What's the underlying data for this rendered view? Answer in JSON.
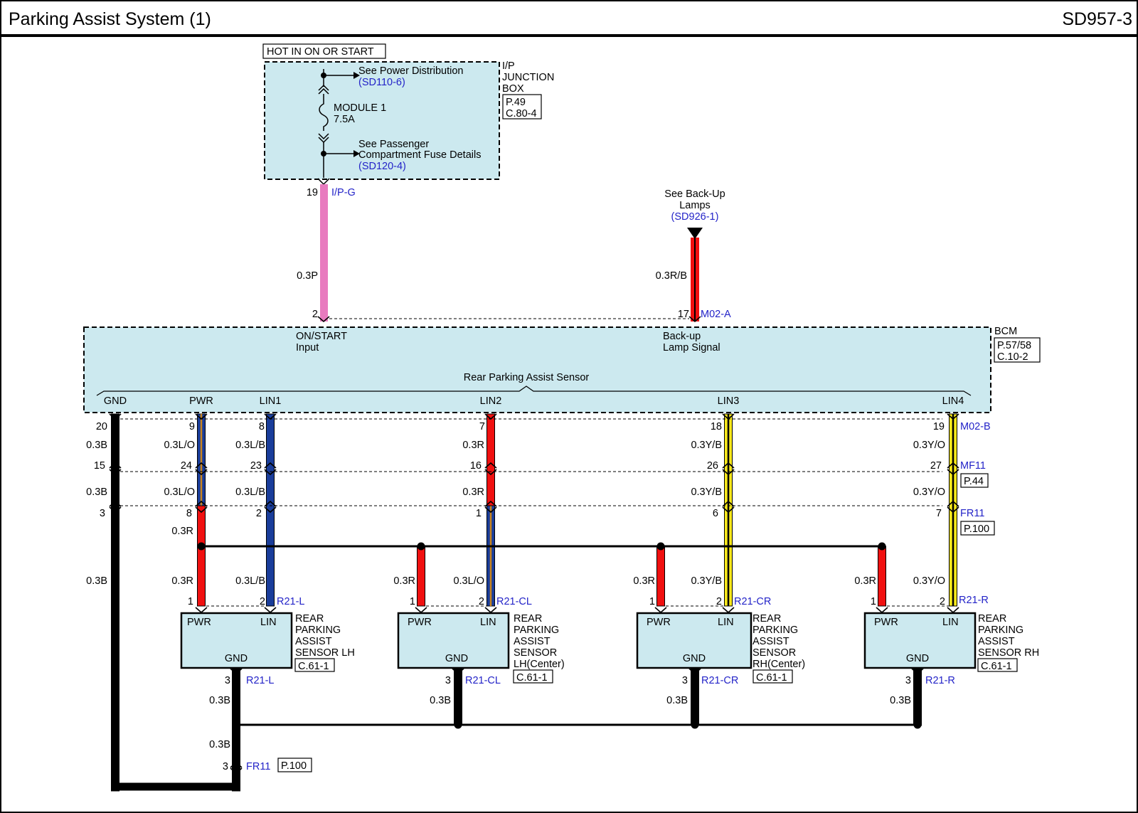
{
  "header": {
    "title": "Parking Assist System (1)",
    "page_code": "SD957-3"
  },
  "junction_box": {
    "power_label": "HOT IN ON OR START",
    "name_lines": [
      "I/P",
      "JUNCTION",
      "BOX"
    ],
    "page_ref": "P.49",
    "conn_ref": "C.80-4",
    "see_power_label": "See Power Distribution",
    "see_power_ref": "(SD110-6)",
    "fuse_name": "MODULE 1",
    "fuse_rating": "7.5A",
    "see_pass_line1": "See Passenger",
    "see_pass_line2": "Compartment Fuse Details",
    "see_pass_ref": "(SD120-4)",
    "out_pin": "19",
    "out_conn": "I/P-G"
  },
  "backup": {
    "line1": "See Back-Up",
    "line2": "Lamps",
    "ref": "(SD926-1)",
    "wire": "0.3R/B",
    "pin": "17",
    "conn": "M02-A"
  },
  "pink_wire": {
    "label": "0.3P",
    "pin": "2"
  },
  "bcm": {
    "name": "BCM",
    "page_ref": "P.57/58",
    "conn_ref": "C.10-2",
    "on_start_line1": "ON/START",
    "on_start_line2": "Input",
    "backup_line1": "Back-up",
    "backup_line2": "Lamp Signal",
    "rpas_label": "Rear Parking Assist Sensor",
    "pins": [
      "GND",
      "PWR",
      "LIN1",
      "LIN2",
      "LIN3",
      "LIN4"
    ]
  },
  "connectors": {
    "m02b": "M02-B",
    "mf11": "MF11",
    "mf11_page": "P.44",
    "fr11": "FR11",
    "fr11_page": "P.100"
  },
  "wires": {
    "gnd": {
      "pin_a": "20",
      "w1": "0.3B",
      "pin_b": "15",
      "w2": "0.3B",
      "pin_c": "3",
      "w3": "0.3B"
    },
    "pwr": {
      "pin_a": "9",
      "w1": "0.3L/O",
      "pin_b": "24",
      "w2": "0.3L/O",
      "pin_c": "8",
      "w3": "0.3R",
      "w4": "0.3R"
    },
    "lin1": {
      "pin_a": "8",
      "w1": "0.3L/B",
      "pin_b": "23",
      "w2": "0.3L/B",
      "pin_c": "2",
      "w3": "0.3L/B"
    },
    "lin2": {
      "pin_a": "7",
      "w1": "0.3R",
      "pin_b": "16",
      "w2": "0.3R",
      "pin_c": "1",
      "w3": "0.3L/O"
    },
    "lin3": {
      "pin_a": "18",
      "w1": "0.3Y/B",
      "pin_b": "26",
      "w2": "0.3Y/B",
      "pin_c": "6",
      "w3": "0.3Y/B"
    },
    "lin4": {
      "pin_a": "19",
      "w1": "0.3Y/O",
      "pin_b": "27",
      "w2": "0.3Y/O",
      "pin_c": "7",
      "w3": "0.3Y/O"
    },
    "pwr_cl": "0.3R",
    "pwr_cr": "0.3R",
    "pwr_r": "0.3R"
  },
  "sensors": [
    {
      "name_lines": [
        "REAR",
        "PARKING",
        "ASSIST",
        "SENSOR LH"
      ],
      "conn": "R21-L",
      "conn_ref": "C.61-1",
      "pin_pwr": "1",
      "pin_lin": "2",
      "pin_gnd": "3",
      "gnd_wire": "0.3B",
      "pwr_label": "PWR",
      "lin_label": "LIN",
      "gnd_label": "GND"
    },
    {
      "name_lines": [
        "REAR",
        "PARKING",
        "ASSIST",
        "SENSOR",
        "LH(Center)"
      ],
      "conn": "R21-CL",
      "conn_ref": "C.61-1",
      "pin_pwr": "1",
      "pin_lin": "2",
      "pin_gnd": "3",
      "gnd_wire": "0.3B",
      "pwr_label": "PWR",
      "lin_label": "LIN",
      "gnd_label": "GND"
    },
    {
      "name_lines": [
        "REAR",
        "PARKING",
        "ASSIST",
        "SENSOR",
        "RH(Center)"
      ],
      "conn": "R21-CR",
      "conn_ref": "C.61-1",
      "pin_pwr": "1",
      "pin_lin": "2",
      "pin_gnd": "3",
      "gnd_wire": "0.3B",
      "pwr_label": "PWR",
      "lin_label": "LIN",
      "gnd_label": "GND"
    },
    {
      "name_lines": [
        "REAR",
        "PARKING",
        "ASSIST",
        "SENSOR RH"
      ],
      "conn": "R21-R",
      "conn_ref": "C.61-1",
      "pin_pwr": "1",
      "pin_lin": "2",
      "pin_gnd": "3",
      "gnd_wire": "0.3B",
      "pwr_label": "PWR",
      "lin_label": "LIN",
      "gnd_label": "GND"
    }
  ],
  "ground_return": {
    "wire": "0.3B",
    "pin": "3",
    "conn": "FR11",
    "page_ref": "P.100"
  },
  "colors": {
    "panel": "#cce9ef",
    "pink": "#e87bbf",
    "red": "#f01010",
    "blue": "#1a3d9a",
    "blue_stripe": "#c8841e",
    "yellow": "#f7e81b",
    "black": "#000000",
    "ref_text": "#2323c8"
  }
}
